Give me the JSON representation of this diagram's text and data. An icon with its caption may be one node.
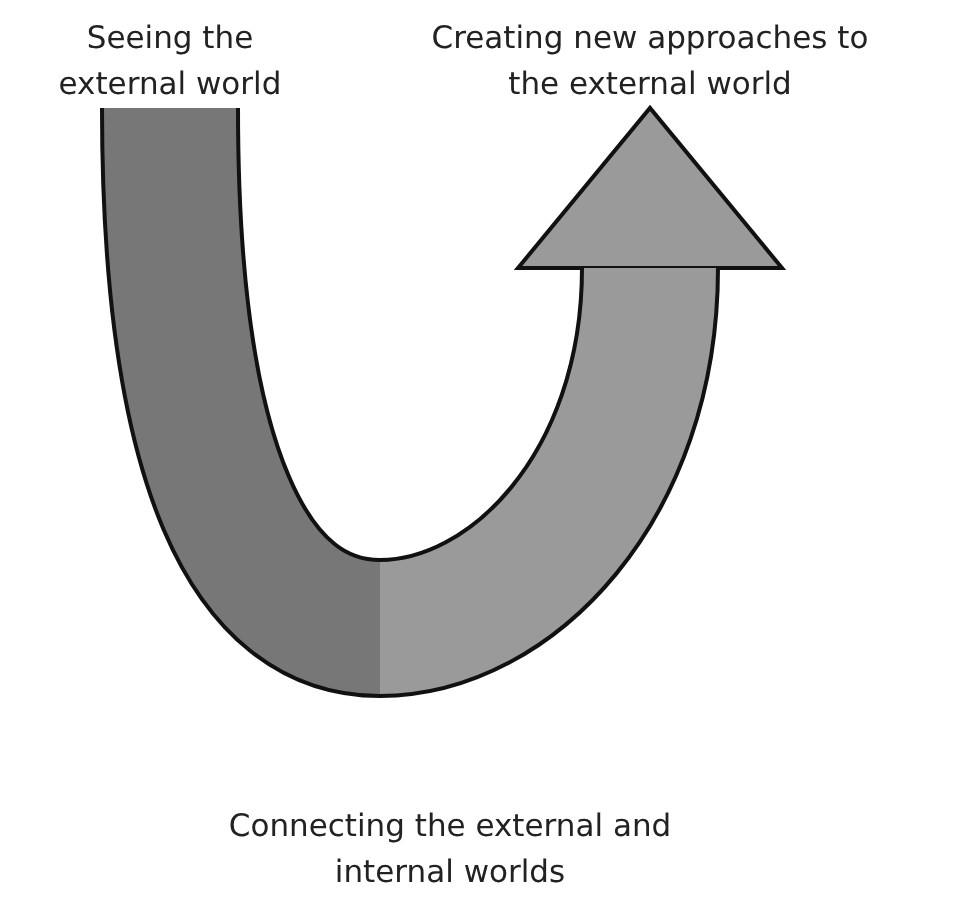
{
  "diagram": {
    "nodes": [
      {
        "text": [
          "Seeing the external world"
        ]
      },
      {
        "text": [
          "Creating new approaches to the external world"
        ]
      }
    ],
    "edges": [
      {
        "from": 0,
        "to": 1,
        "arrow": "to"
      }
    ],
    "labels": [
      "Connecting the external and internal worlds"
    ]
  }
}
